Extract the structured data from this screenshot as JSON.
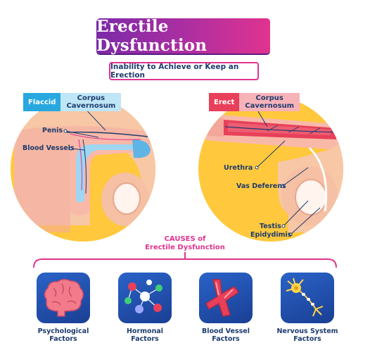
{
  "title": "Erectile Dysfunction",
  "subtitle": "Inability to Achieve or Keep an Erection",
  "flaccid": {
    "state_label": "Flaccid",
    "cc_line1": "Corpus",
    "cc_line2": "Cavernosum",
    "labels": {
      "penis": "Penis",
      "blood_vessels": "Blood Vessels"
    }
  },
  "erect": {
    "state_label": "Erect",
    "cc_line1": "Corpus",
    "cc_line2": "Cavernosum",
    "labels": {
      "urethra": "Urethra",
      "vas_deferens": "Vas Deferens",
      "testis": "Testis",
      "epididymis": "Epidydimis"
    }
  },
  "causes": {
    "line1": "CAUSES of",
    "line2": "Erectile Dysfunction"
  },
  "factors": [
    {
      "line1": "Psychological",
      "line2": "Factors",
      "icon": "brain-icon"
    },
    {
      "line1": "Hormonal",
      "line2": "Factors",
      "icon": "hormones-icon"
    },
    {
      "line1": "Blood Vessel",
      "line2": "Factors",
      "icon": "blood-vessel-icon"
    },
    {
      "line1": "Nervous System",
      "line2": "Factors",
      "icon": "neuron-icon"
    }
  ],
  "colors": {
    "title_gradient_start": "#7b2aa8",
    "title_gradient_end": "#e0338f",
    "circle_fill": "#ffc83d",
    "flaccid_tag": "#29a8e0",
    "erect_tag": "#e8405a",
    "tile": "#1f4fb0",
    "text": "#1d3b6e"
  }
}
